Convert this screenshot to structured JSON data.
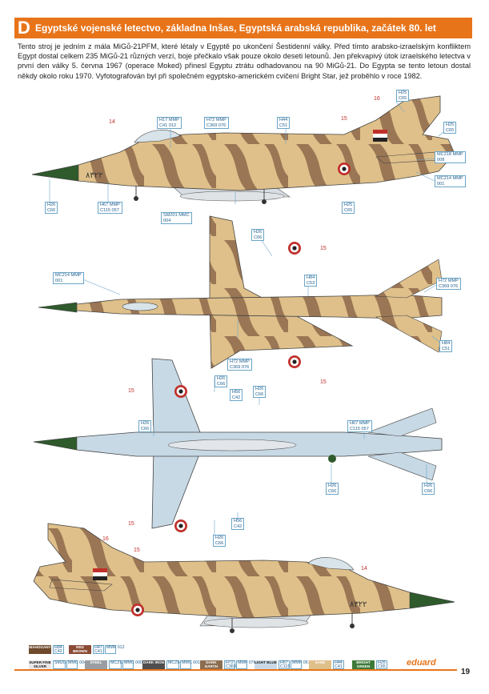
{
  "header": {
    "letter": "D",
    "title": "Egyptské vojenské letectvo, základna Inšas, Egyptská arabská republika, začátek 80. let"
  },
  "intro": "Tento stroj je jedním z mála MiGů-21PFM, které létaly v Egyptě po ukončení Šestidenní války. Před tímto arabsko-izraelským konfliktem Egypt dostal celkem 235 MiGů-21 různých verzí, boje přečkalo však pouze okolo deseti letounů. Jen překvapivý útok izraelského letectva v první den války 5. června 1967 (operace Moked) přinesl Egyptu ztrátu odhadovanou na 90 MiGů-21. Do Egypta se tento letoun dostal někdy okolo roku 1970. Vyfotografován byl při společném egyptsko-americkém cvičení Bright Star, jež proběhlo v roce 1982.",
  "serial": "٨٣٢٢",
  "colors": {
    "sand": "#dfc08a",
    "brown": "#9a7654",
    "blue": "#c7d9e5",
    "orange": "#e8741a",
    "code": "#1f5f8f"
  },
  "callouts": {
    "c1": [
      "H17 MMP",
      "C41 012"
    ],
    "c2": [
      "H72 MMP",
      "C369 076"
    ],
    "c3": [
      "H44",
      "C51"
    ],
    "c4": [
      "H25",
      "C65"
    ],
    "c5": [
      "H25",
      "C65"
    ],
    "c6": [
      "MC218 MMP",
      "008"
    ],
    "c7": [
      "MC214 MMP",
      "001"
    ],
    "c8": [
      "H26",
      "C66"
    ],
    "c9": [
      "H25",
      "C65"
    ],
    "c10": [
      "H67 MMP",
      "C115 057"
    ],
    "c11": [
      "SM201 MMC",
      "004"
    ],
    "c12": [
      "H26",
      "C66"
    ],
    "c13": [
      "MC214 MMP",
      "001"
    ],
    "c14": [
      "H84",
      "C53"
    ],
    "c15": [
      "H72 MMP",
      "C369 076"
    ],
    "c16": [
      "H84",
      "C51"
    ],
    "c17": [
      "H72 MMP",
      "C369 076"
    ],
    "c18": [
      "H26",
      "C66"
    ],
    "c19": [
      "H26",
      "C66"
    ],
    "c20": [
      "H56",
      "C42"
    ],
    "c21": [
      "H26",
      "C66"
    ],
    "c22": [
      "H67 MMP",
      "C115 057"
    ],
    "c23": [
      "H26",
      "C66"
    ],
    "c24": [
      "H26",
      "C66"
    ],
    "c25": [
      "H56",
      "C42"
    ],
    "c26": [
      "H26",
      "C66"
    ]
  },
  "numbers": {
    "n14a": "14",
    "n16a": "16",
    "n15a": "15",
    "n15b": "15",
    "n15c": "15",
    "n15d": "15",
    "n15e": "15",
    "n15f": "15",
    "n16b": "16",
    "n15g": "15",
    "n14b": "14"
  },
  "legend": [
    {
      "name": "MAHOGANY",
      "codes": [
        "H84",
        "C42"
      ],
      "bg": "#6e4a2c",
      "fg": "#ffffff"
    },
    {
      "name": "RED BROWN",
      "codes": [
        "H47",
        "C41",
        "MMP 012"
      ],
      "bg": "#8a4a34",
      "fg": "#ffffff"
    },
    {
      "name": "SUPER FINE SILVER",
      "codes": [
        "SM201",
        "MMC 004"
      ],
      "bg": "#e8e8e8",
      "fg": "#222222"
    },
    {
      "name": "STEEL",
      "codes": [
        "MC213",
        "MMC 000"
      ],
      "bg": "#9a9ea2",
      "fg": "#ffffff"
    },
    {
      "name": "DARK IRON",
      "codes": [
        "MC214",
        "MMC 001"
      ],
      "bg": "#4e4e4e",
      "fg": "#ffffff"
    },
    {
      "name": "DARK EARTH",
      "codes": [
        "H72",
        "C369",
        "MMP 076"
      ],
      "bg": "#8b6e52",
      "fg": "#ffffff"
    },
    {
      "name": "LIGHT BLUE",
      "codes": [
        "H67",
        "C115",
        "MMP 057"
      ],
      "bg": "#cad9e6",
      "fg": "#222222"
    },
    {
      "name": "SAND",
      "codes": [
        "H44",
        "C41"
      ],
      "bg": "#dfc08a",
      "fg": "#ffffff"
    },
    {
      "name": "BRIGHT GREEN",
      "codes": [
        "H25",
        "C65"
      ],
      "bg": "#3d7a3a",
      "fg": "#ffffff"
    }
  ],
  "brand": "eduard",
  "page": "19"
}
